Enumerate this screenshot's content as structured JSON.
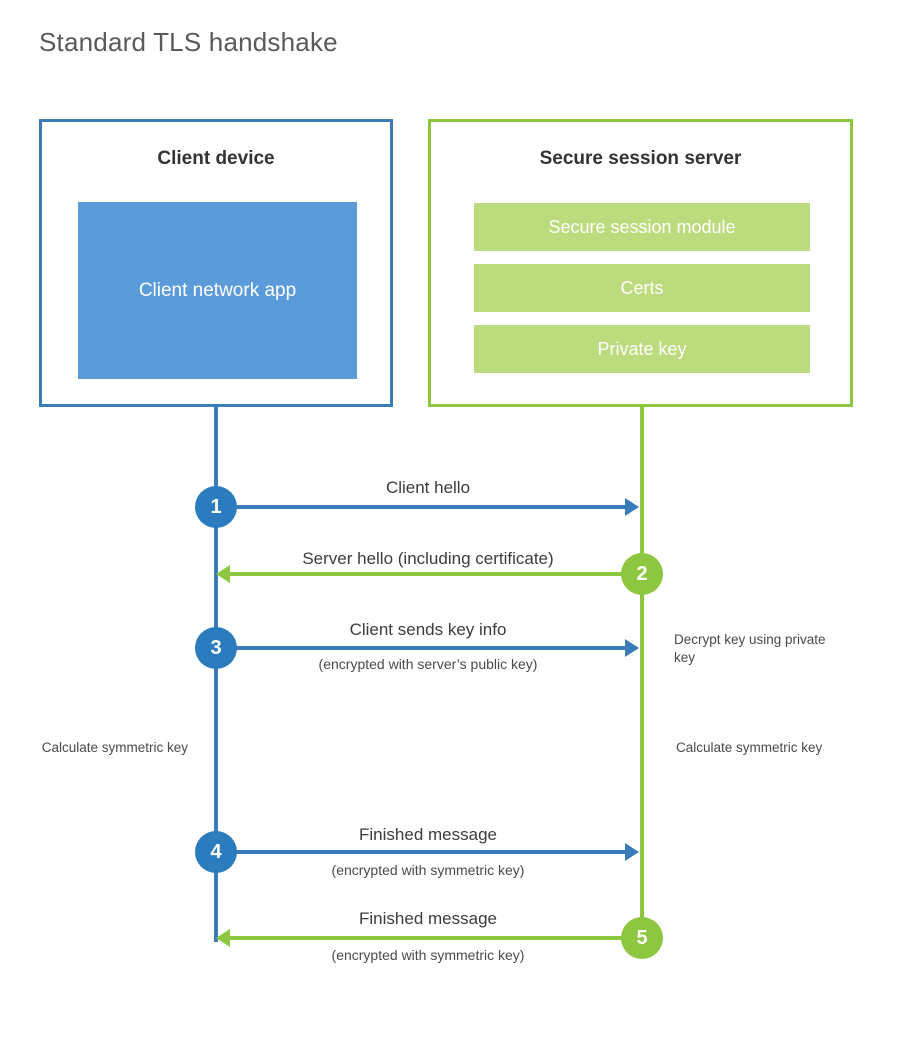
{
  "title": "Standard TLS handshake",
  "colors": {
    "client_border": "#3a7cba",
    "client_fill": "#5b9bd9",
    "server_border": "#8dc63f",
    "server_fill": "#bcdb7d",
    "step_blue": "#2b7cbf",
    "step_green": "#8dc63f",
    "text": "#3c3c3c",
    "background": "#ffffff"
  },
  "client": {
    "title": "Client device",
    "app_label": "Client network app"
  },
  "server": {
    "title": "Secure session server",
    "bars": [
      {
        "label": "Secure session module"
      },
      {
        "label": "Certs"
      },
      {
        "label": "Private key"
      }
    ]
  },
  "steps": [
    {
      "number": "1",
      "label": "Client hello",
      "sublabel": "",
      "direction": "client-to-server",
      "color": "blue"
    },
    {
      "number": "2",
      "label": "Server hello (including certificate)",
      "sublabel": "",
      "direction": "server-to-client",
      "color": "green"
    },
    {
      "number": "3",
      "label": "Client sends key info",
      "sublabel": "(encrypted with server’s public key)",
      "direction": "client-to-server",
      "color": "blue"
    },
    {
      "number": "4",
      "label": "Finished message",
      "sublabel": "(encrypted with symmetric key)",
      "direction": "client-to-server",
      "color": "blue"
    },
    {
      "number": "5",
      "label": "Finished message",
      "sublabel": "(encrypted with symmetric key)",
      "direction": "server-to-client",
      "color": "green"
    }
  ],
  "notes": {
    "decrypt": "Decrypt key using private key",
    "client_calculate": "Calculate symmetric key",
    "server_calculate": "Calculate symmetric key"
  }
}
